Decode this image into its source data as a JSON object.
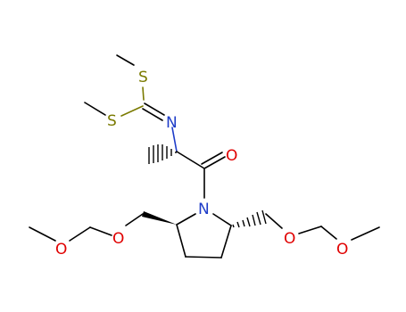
{
  "molecule": {
    "atom_labels": {
      "s1": "S",
      "s2": "S",
      "n_imine": "N",
      "o_carbonyl": "O",
      "n_ring": "N",
      "o_left_1": "O",
      "o_left_2": "O",
      "o_right_1": "O",
      "o_right_2": "O"
    },
    "colors": {
      "carbon": "#000000",
      "sulfur": "#7a7a00",
      "nitrogen": "#1e3cc8",
      "oxygen": "#e00000",
      "background": "#ffffff"
    }
  }
}
